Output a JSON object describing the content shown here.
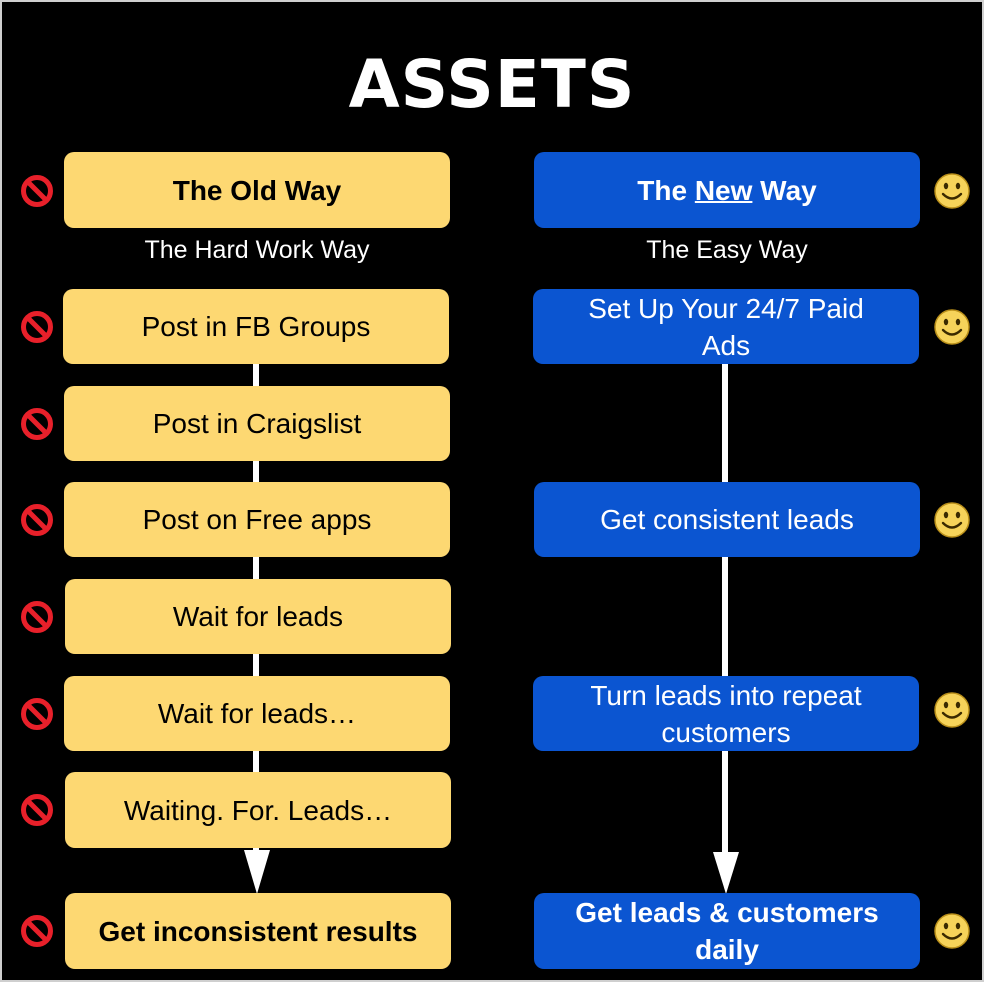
{
  "title": "ASSETS",
  "old_way": {
    "heading": "The Old Way",
    "subtitle": "The Hard Work Way",
    "steps": [
      "Post in FB Groups",
      "Post in Craigslist",
      "Post on Free apps",
      "Wait for leads",
      "Wait for leads…",
      "Waiting. For. Leads…"
    ],
    "result": "Get inconsistent results",
    "icon": "no-entry-icon",
    "color": "#fdd872"
  },
  "new_way": {
    "heading_pre": "The ",
    "heading_mid": "New",
    "heading_post": " Way",
    "subtitle": "The Easy Way",
    "steps": [
      "Set Up Your 24/7 Paid Ads",
      "Get consistent leads",
      "Turn leads into repeat customers"
    ],
    "result": "Get leads & customers daily",
    "icon": "smiley-icon",
    "color": "#0b55d1"
  }
}
